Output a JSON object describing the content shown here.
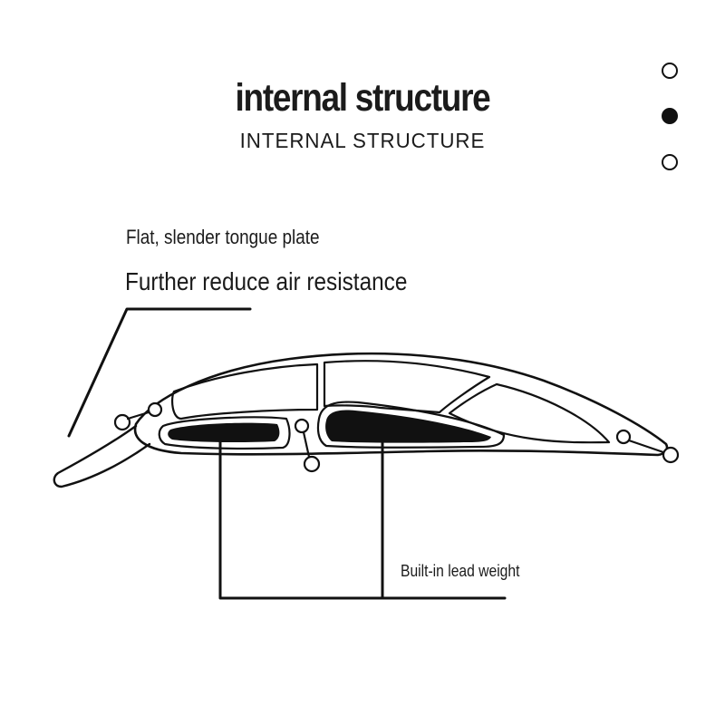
{
  "header": {
    "title": "internal structure",
    "subtitle": "INTERNAL STRUCTURE"
  },
  "pagination": {
    "total": 3,
    "active_index": 1
  },
  "callouts": {
    "tongue_plate": "Flat, slender tongue plate",
    "tongue_benefit": "Further reduce air resistance",
    "lead_weight": "Built-in lead weight"
  },
  "colors": {
    "ink": "#111111",
    "background": "#ffffff"
  }
}
